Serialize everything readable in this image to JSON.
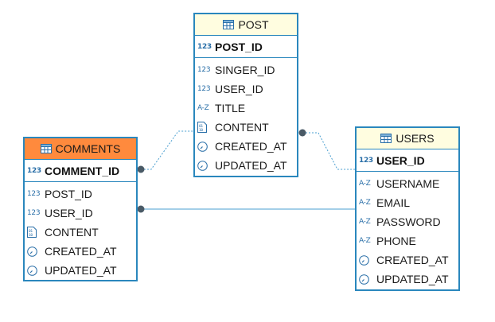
{
  "diagram": {
    "entities": {
      "post": {
        "title": "POST",
        "pk": {
          "name": "POST_ID",
          "type_icon": "numeric-123-icon",
          "type_label": "123"
        },
        "columns": [
          {
            "name": "SINGER_ID",
            "type_icon": "numeric-123-icon",
            "type_label": "123"
          },
          {
            "name": "USER_ID",
            "type_icon": "numeric-123-icon",
            "type_label": "123"
          },
          {
            "name": "TITLE",
            "type_icon": "text-az-icon",
            "type_label": "A-Z"
          },
          {
            "name": "CONTENT",
            "type_icon": "binary-document-icon",
            "type_label": ""
          },
          {
            "name": "CREATED_AT",
            "type_icon": "clock-icon",
            "type_label": ""
          },
          {
            "name": "UPDATED_AT",
            "type_icon": "clock-icon",
            "type_label": ""
          }
        ]
      },
      "comments": {
        "title": "COMMENTS",
        "pk": {
          "name": "COMMENT_ID",
          "type_icon": "numeric-123-icon",
          "type_label": "123"
        },
        "columns": [
          {
            "name": "POST_ID",
            "type_icon": "numeric-123-icon",
            "type_label": "123"
          },
          {
            "name": "USER_ID",
            "type_icon": "numeric-123-icon",
            "type_label": "123"
          },
          {
            "name": "CONTENT",
            "type_icon": "binary-document-icon",
            "type_label": ""
          },
          {
            "name": "CREATED_AT",
            "type_icon": "clock-icon",
            "type_label": ""
          },
          {
            "name": "UPDATED_AT",
            "type_icon": "clock-icon",
            "type_label": ""
          }
        ]
      },
      "users": {
        "title": "USERS",
        "pk": {
          "name": "USER_ID",
          "type_icon": "numeric-123-icon",
          "type_label": "123"
        },
        "columns": [
          {
            "name": "USERNAME",
            "type_icon": "text-az-icon",
            "type_label": "A-Z"
          },
          {
            "name": "EMAIL",
            "type_icon": "text-az-icon",
            "type_label": "A-Z"
          },
          {
            "name": "PASSWORD",
            "type_icon": "text-az-icon",
            "type_label": "A-Z"
          },
          {
            "name": "PHONE",
            "type_icon": "text-az-icon",
            "type_label": "A-Z"
          },
          {
            "name": "CREATED_AT",
            "type_icon": "clock-icon",
            "type_label": ""
          },
          {
            "name": "UPDATED_AT",
            "type_icon": "clock-icon",
            "type_label": ""
          }
        ]
      }
    },
    "relationships": [
      {
        "from": "comments",
        "to": "post",
        "style": "dotted"
      },
      {
        "from": "comments",
        "to": "users",
        "style": "solid"
      },
      {
        "from": "post",
        "to": "users",
        "style": "dotted"
      }
    ],
    "colors": {
      "entity_border": "#2a87bd",
      "header_default": "#fffde0",
      "header_selected": "#ff8a3d",
      "link_line": "#4a9fd0",
      "connector_dot": "#4a5a66",
      "icon_blue": "#2a6fa8"
    }
  }
}
